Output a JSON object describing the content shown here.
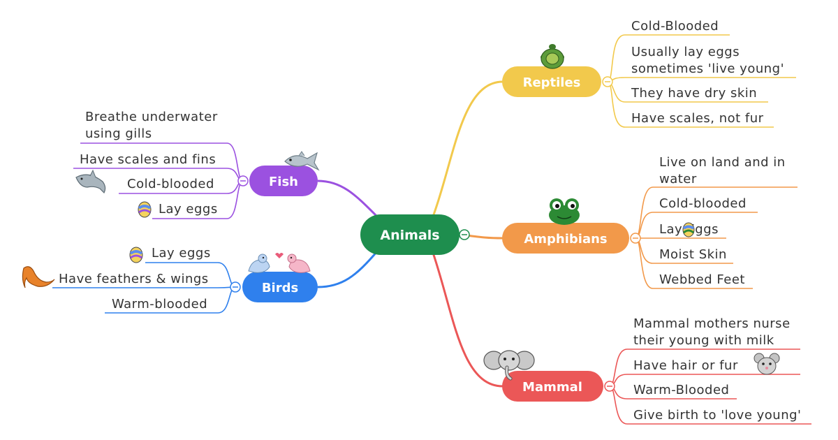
{
  "root": {
    "label": "Animals",
    "color": "#1e8e4e"
  },
  "branches": {
    "reptiles": {
      "label": "Reptiles",
      "color": "#f2c94c",
      "items": [
        {
          "lines": [
            "Cold-Blooded"
          ]
        },
        {
          "lines": [
            "Usually lay eggs",
            "sometimes 'live young'"
          ]
        },
        {
          "lines": [
            "They have dry skin"
          ]
        },
        {
          "lines": [
            "Have scales, not fur"
          ]
        }
      ]
    },
    "amphibians": {
      "label": "Amphibians",
      "color": "#f2994a",
      "items": [
        {
          "lines": [
            "Live on land and in",
            "water"
          ]
        },
        {
          "lines": [
            "Cold-blooded"
          ]
        },
        {
          "lines": [
            "Lay Eggs"
          ]
        },
        {
          "lines": [
            "Moist Skin"
          ]
        },
        {
          "lines": [
            "Webbed Feet"
          ]
        }
      ]
    },
    "mammal": {
      "label": "Mammal",
      "color": "#eb5757",
      "items": [
        {
          "lines": [
            "Mammal mothers nurse",
            "their young with milk"
          ]
        },
        {
          "lines": [
            "Have hair or fur"
          ]
        },
        {
          "lines": [
            "Warm-Blooded"
          ]
        },
        {
          "lines": [
            "Give birth to 'love young'"
          ]
        }
      ]
    },
    "fish": {
      "label": "Fish",
      "color": "#9b51e0",
      "items": [
        {
          "lines": [
            "Breathe underwater",
            "using gills"
          ]
        },
        {
          "lines": [
            "Have scales and fins"
          ]
        },
        {
          "lines": [
            "Cold-blooded"
          ]
        },
        {
          "lines": [
            "Lay eggs"
          ]
        }
      ]
    },
    "birds": {
      "label": "Birds",
      "color": "#2f80ed",
      "items": [
        {
          "lines": [
            "Lay eggs"
          ]
        },
        {
          "lines": [
            "Have feathers & wings"
          ]
        },
        {
          "lines": [
            "Warm-blooded"
          ]
        }
      ]
    }
  },
  "icons": {
    "reptiles": "turtle-icon",
    "amphibians": "frog-icon",
    "mammal": "elephant-icon",
    "fish": "fish-icon",
    "birds": "birds-icon",
    "dolphin": "dolphin-icon",
    "mouse": "mouse-icon",
    "feather": "feather-icon",
    "egg": "egg-icon"
  }
}
